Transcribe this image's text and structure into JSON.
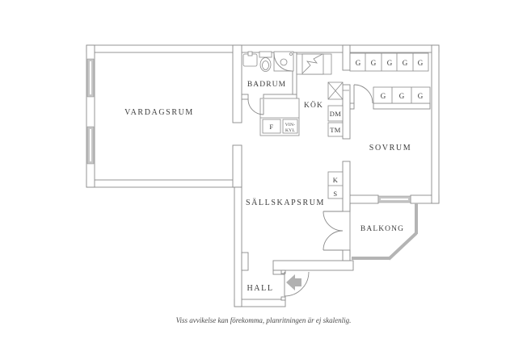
{
  "floorplan": {
    "rooms": {
      "vardagsrum": "VARDAGSRUM",
      "badrum": "BADRUM",
      "kok": "KÖK",
      "sovrum": "SOVRUM",
      "sallskapsrum": "SÄLLSKAPSRUM",
      "balkong": "BALKONG",
      "hall": "HALL"
    },
    "units": {
      "f": "F",
      "vinkyl_line1": "VIN-",
      "vinkyl_line2": "KYL",
      "dm": "DM",
      "tm": "TM",
      "k": "K",
      "s": "S"
    },
    "closets": {
      "top_row": [
        "G",
        "G",
        "G",
        "G",
        "G"
      ],
      "mid_row": [
        "G",
        "G",
        "G"
      ]
    },
    "caption": "Viss avvikelse kan förekomma, planritningen är ej skalenlig.",
    "colors": {
      "wall": "#8a8a8a",
      "text": "#3c3c3c",
      "window": "#c6c6c6",
      "railing": "#b4b4b4",
      "arrow": "#b1b1b1"
    }
  }
}
